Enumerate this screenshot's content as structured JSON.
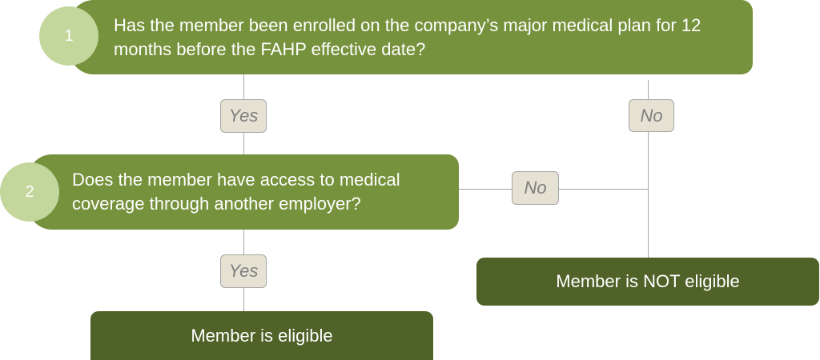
{
  "questions": [
    {
      "number": "1",
      "text": "Has the member been enrolled on the company’s major medical plan for 12 months before the FAHP effective date?"
    },
    {
      "number": "2",
      "text": "Does the member have access to medical coverage through another employer?"
    }
  ],
  "labels": {
    "q1_yes": "Yes",
    "q1_no": "No",
    "q2_no": "No",
    "q2_yes": "Yes"
  },
  "results": {
    "eligible": "Member is eligible",
    "not_eligible": "Member is NOT eligible"
  },
  "colors": {
    "question": "#76923c",
    "result": "#4f6228",
    "circle": "#c3d69b",
    "label_bg": "#e6e2d3"
  }
}
